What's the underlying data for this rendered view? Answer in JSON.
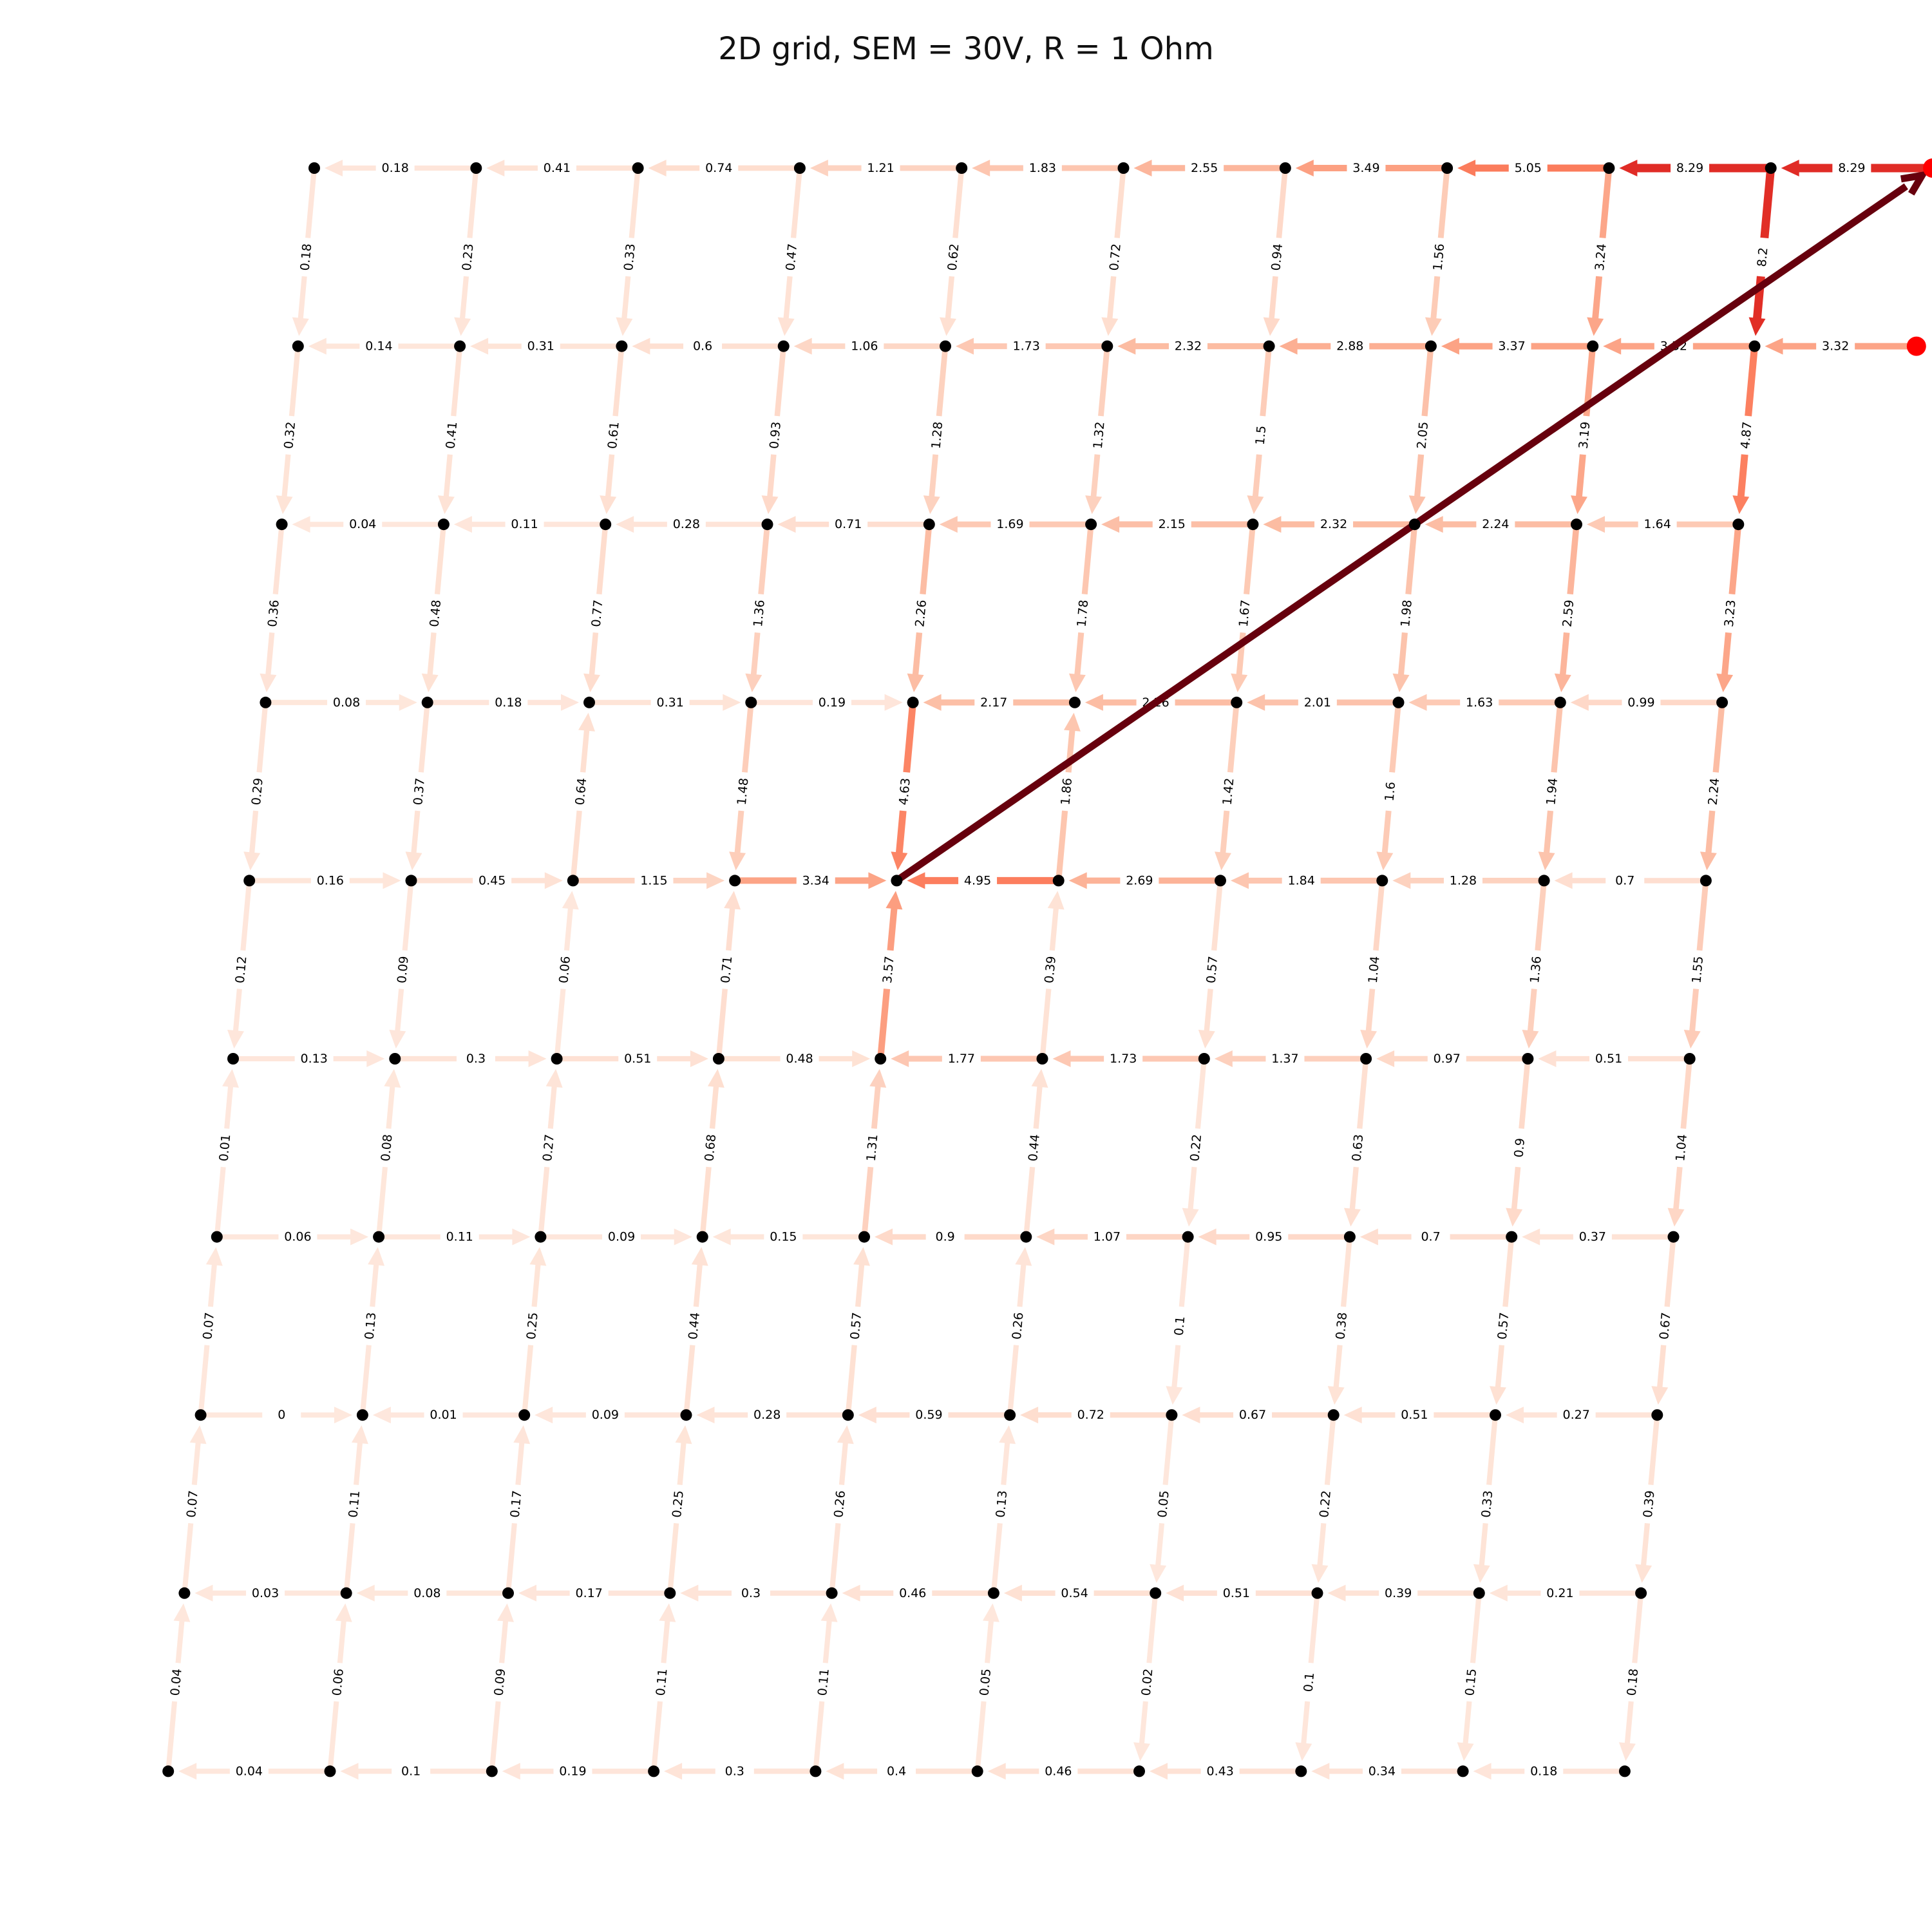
{
  "title": "2D grid, SEM = 30V, R = 1 Ohm",
  "colors": {
    "scale": [
      "#fff5f0",
      "#fee0d2",
      "#fcbba1",
      "#fc9272",
      "#fb6a4a",
      "#ef3b2c",
      "#cb181d",
      "#99000d",
      "#67000d"
    ],
    "node": "#000000",
    "source_node": "#ff0000"
  },
  "graph": {
    "rows": 10,
    "cols": 10,
    "source_nodes": [
      [
        0,
        10
      ],
      [
        1,
        10
      ]
    ],
    "horizontal": [
      [
        0.18,
        0.41,
        0.74,
        1.21,
        1.83,
        2.55,
        3.49,
        5.05,
        8.29,
        8.29
      ],
      [
        0.14,
        0.31,
        0.6,
        1.06,
        1.73,
        2.32,
        2.88,
        3.37,
        3.32,
        3.32
      ],
      [
        0.04,
        0.11,
        0.28,
        0.71,
        1.69,
        2.15,
        2.32,
        2.24,
        1.64,
        1.64
      ],
      [
        0.08,
        0.18,
        0.31,
        0.19,
        2.17,
        2.26,
        2.01,
        1.63,
        0.99,
        0.99
      ],
      [
        0.16,
        0.45,
        1.15,
        3.34,
        4.95,
        2.69,
        1.84,
        1.28,
        0.7,
        0.7
      ],
      [
        0.13,
        0.3,
        0.51,
        0.48,
        1.77,
        1.73,
        1.37,
        0.97,
        0.51,
        0.51
      ],
      [
        0.06,
        0.11,
        0.09,
        0.15,
        0.9,
        1.07,
        0.95,
        0.7,
        0.37,
        0.37
      ],
      [
        0.0,
        0.01,
        0.09,
        0.28,
        0.59,
        0.72,
        0.67,
        0.51,
        0.27,
        0.27
      ],
      [
        0.03,
        0.08,
        0.17,
        0.3,
        0.46,
        0.54,
        0.51,
        0.39,
        0.21,
        0.21
      ],
      [
        0.04,
        0.1,
        0.19,
        0.3,
        0.4,
        0.46,
        0.43,
        0.34,
        0.18,
        0.18
      ]
    ],
    "h_dir": [
      [
        -1,
        -1,
        -1,
        -1,
        -1,
        -1,
        -1,
        -1,
        -1
      ],
      [
        -1,
        -1,
        -1,
        -1,
        -1,
        -1,
        -1,
        -1,
        -1
      ],
      [
        -1,
        -1,
        -1,
        -1,
        -1,
        -1,
        -1,
        -1,
        -1
      ],
      [
        1,
        1,
        1,
        1,
        -1,
        -1,
        -1,
        -1,
        -1
      ],
      [
        1,
        1,
        1,
        1,
        -1,
        -1,
        -1,
        -1,
        -1
      ],
      [
        1,
        1,
        1,
        1,
        -1,
        -1,
        -1,
        -1,
        -1
      ],
      [
        1,
        1,
        1,
        -1,
        -1,
        -1,
        -1,
        -1,
        -1
      ],
      [
        1,
        -1,
        -1,
        -1,
        -1,
        -1,
        -1,
        -1,
        -1
      ],
      [
        -1,
        -1,
        -1,
        -1,
        -1,
        -1,
        -1,
        -1,
        -1
      ],
      [
        -1,
        -1,
        -1,
        -1,
        -1,
        -1,
        -1,
        -1,
        -1
      ]
    ],
    "vertical": [
      [
        0.18,
        0.23,
        0.33,
        0.47,
        0.62,
        0.72,
        0.94,
        1.56,
        3.24,
        8.2
      ],
      [
        0.32,
        0.41,
        0.61,
        0.93,
        1.28,
        1.32,
        1.5,
        2.05,
        3.19,
        4.87
      ],
      [
        0.36,
        0.48,
        0.77,
        1.36,
        2.26,
        1.78,
        1.67,
        1.98,
        2.59,
        3.23
      ],
      [
        0.29,
        0.37,
        0.64,
        1.48,
        4.63,
        1.86,
        1.42,
        1.6,
        1.94,
        2.24
      ],
      [
        0.12,
        0.09,
        0.06,
        0.71,
        3.57,
        0.39,
        0.57,
        1.04,
        1.36,
        1.55
      ],
      [
        0.01,
        0.08,
        0.27,
        0.68,
        1.31,
        0.44,
        0.22,
        0.63,
        0.9,
        1.04
      ],
      [
        0.07,
        0.13,
        0.25,
        0.44,
        0.57,
        0.26,
        0.1,
        0.38,
        0.57,
        0.67
      ],
      [
        0.07,
        0.11,
        0.17,
        0.25,
        0.26,
        0.13,
        0.05,
        0.22,
        0.33,
        0.39
      ],
      [
        0.04,
        0.06,
        0.09,
        0.11,
        0.11,
        0.05,
        0.02,
        0.1,
        0.15,
        0.18
      ]
    ],
    "v_dir": [
      [
        1,
        1,
        1,
        1,
        1,
        1,
        1,
        1,
        1,
        1
      ],
      [
        1,
        1,
        1,
        1,
        1,
        1,
        1,
        1,
        1,
        1
      ],
      [
        1,
        1,
        1,
        1,
        1,
        1,
        1,
        1,
        1,
        1
      ],
      [
        1,
        1,
        -1,
        1,
        1,
        -1,
        1,
        1,
        1,
        1
      ],
      [
        1,
        1,
        -1,
        -1,
        -1,
        -1,
        1,
        1,
        1,
        1
      ],
      [
        -1,
        -1,
        -1,
        -1,
        -1,
        -1,
        1,
        1,
        1,
        1
      ],
      [
        -1,
        -1,
        -1,
        -1,
        -1,
        -1,
        1,
        1,
        1,
        1
      ],
      [
        -1,
        -1,
        -1,
        -1,
        -1,
        -1,
        1,
        1,
        1,
        1
      ],
      [
        -1,
        -1,
        -1,
        -1,
        -1,
        -1,
        1,
        1,
        1,
        1
      ]
    ],
    "long_edge": {
      "from": [
        4,
        4
      ],
      "to": [
        0,
        10
      ],
      "value": "",
      "color": "#67000d"
    }
  }
}
